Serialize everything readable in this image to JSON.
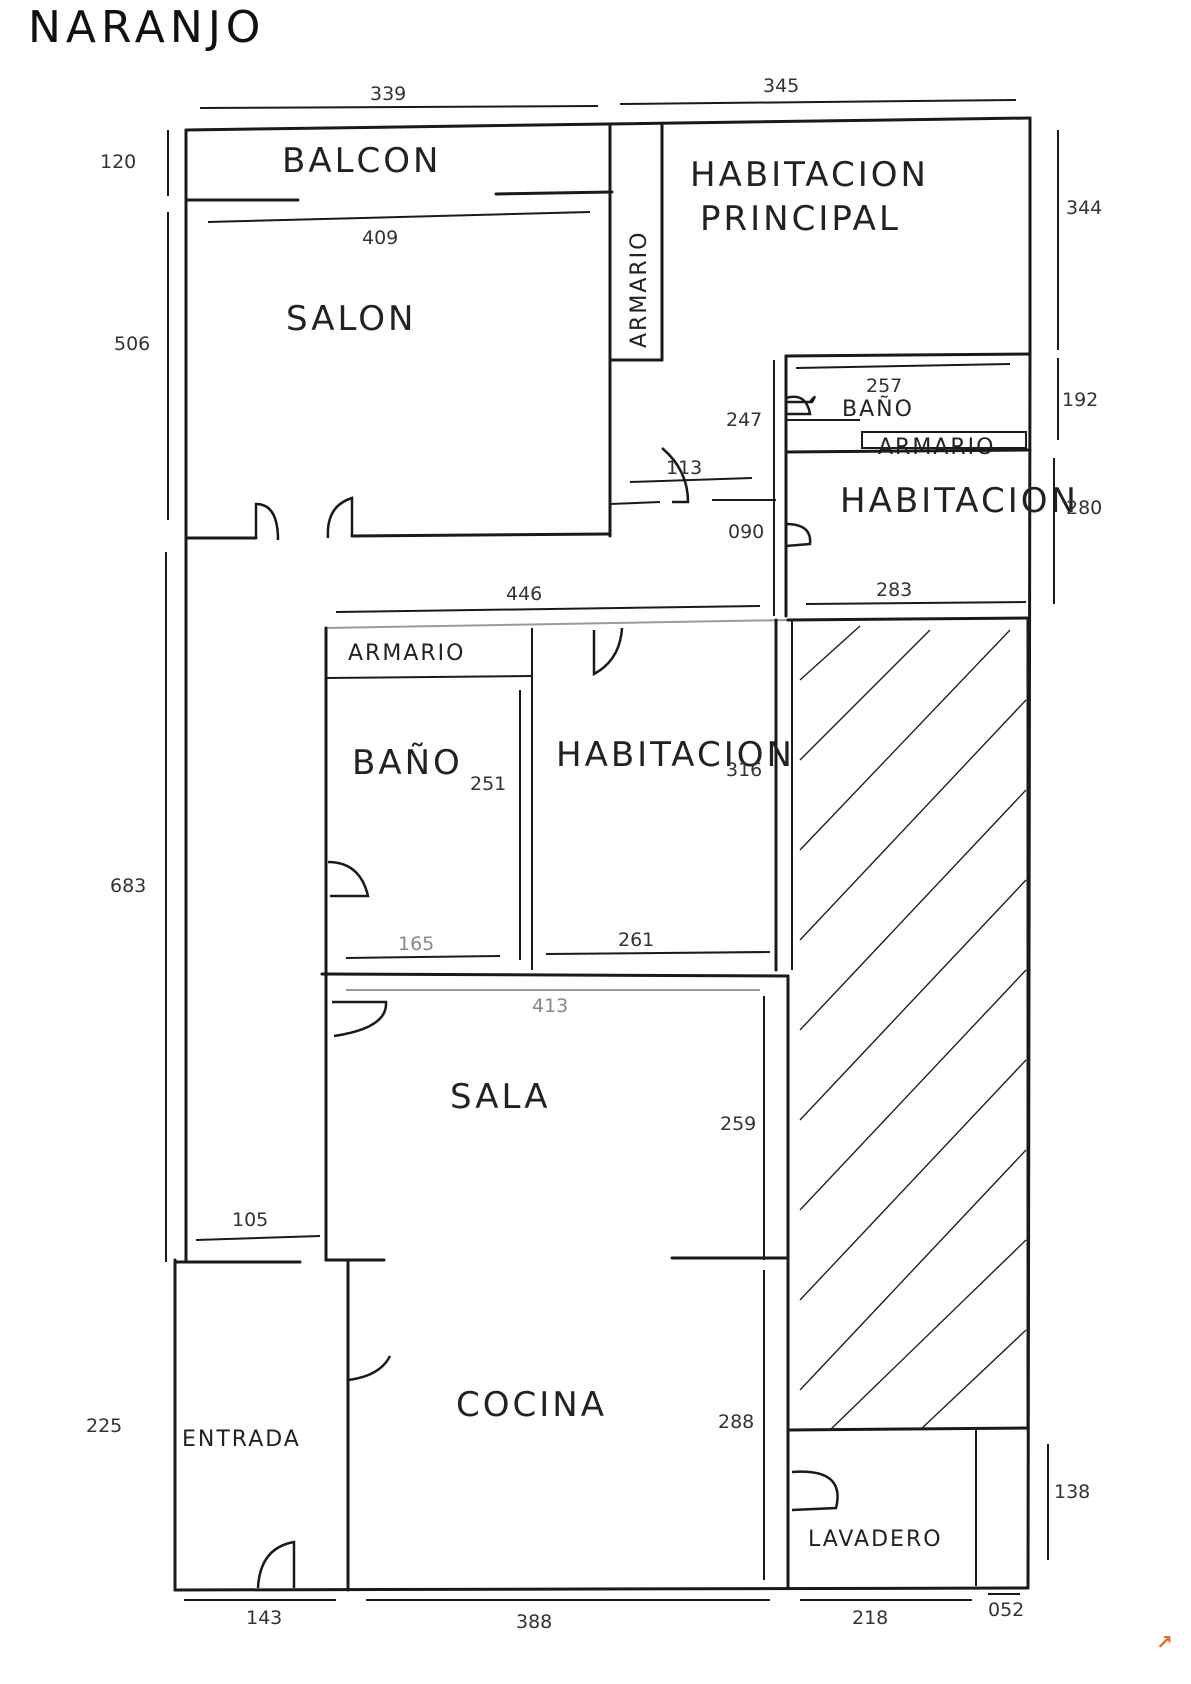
{
  "title": "NARANJO",
  "rooms": {
    "balcon": "BALCON",
    "habitacion_principal_1": "HABITACION",
    "habitacion_principal_2": "PRINCIPAL",
    "salon": "SALON",
    "armario_vertical": "ARMARIO",
    "bano_upper": "BAÑO",
    "armario_upper": "ARMARIO",
    "habitacion_right": "HABITACION",
    "armario_mid": "ARMARIO",
    "bano_mid": "BAÑO",
    "habitacion_mid": "HABITACION",
    "sala": "SALA",
    "cocina": "COCINA",
    "entrada": "ENTRADA",
    "lavadero": "LAVADERO"
  },
  "dimensions": {
    "top_left": "339",
    "top_right": "345",
    "balcon_height": "120",
    "salon_width": "409",
    "right_top": "344",
    "salon_height": "506",
    "bano_upper_width": "257",
    "bano_upper_left": "247",
    "right_bano": "192",
    "door_113": "113",
    "door_090": "090",
    "right_habitacion": "280",
    "mid_width": "446",
    "right_283": "283",
    "bano_mid_height": "251",
    "habitacion_mid_height": "316",
    "left_683": "683",
    "bano_mid_width": "165",
    "habitacion_mid_width": "261",
    "sala_width": "413",
    "sala_height": "259",
    "entrada_width": "105",
    "left_225": "225",
    "cocina_height": "288",
    "lavadero_height": "138",
    "bottom_143": "143",
    "bottom_388": "388",
    "bottom_218": "218",
    "bottom_052": "052"
  },
  "corner_mark": "↗"
}
